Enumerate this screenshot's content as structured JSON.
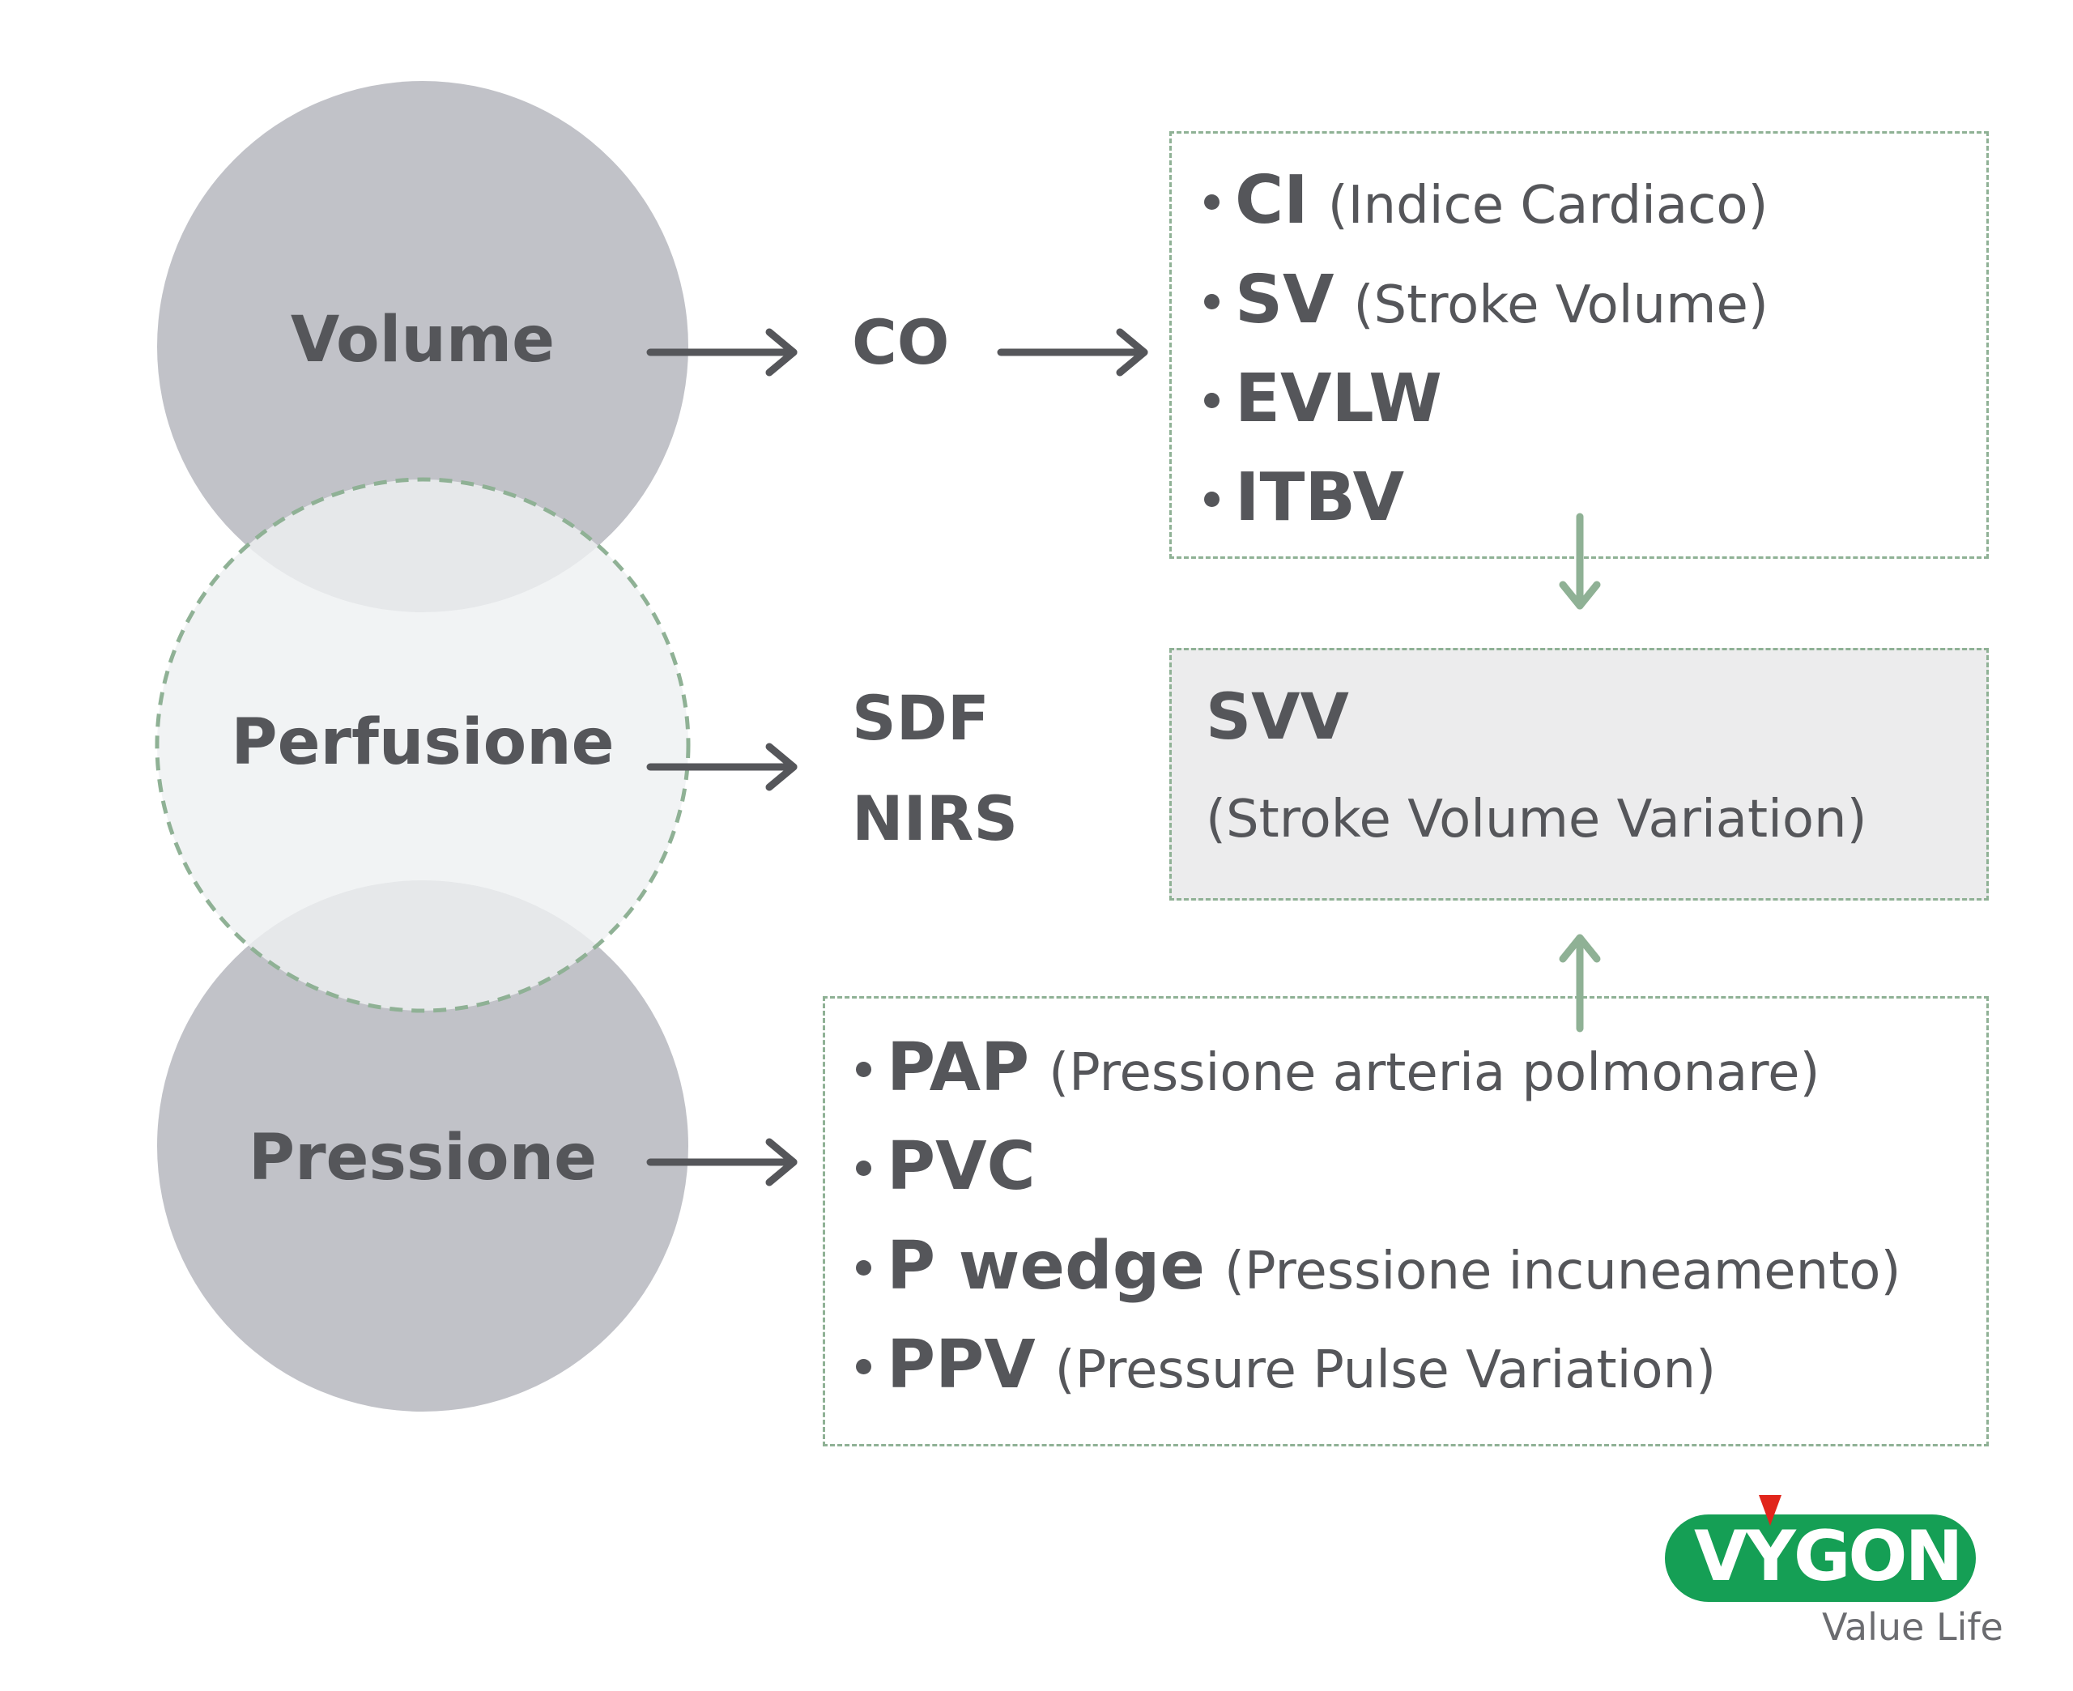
{
  "circles": {
    "volume": "Volume",
    "perfusione": "Perfusione",
    "pressione": "Pressione"
  },
  "middle": {
    "co": "CO",
    "sdf": "SDF",
    "nirs": "NIRS"
  },
  "volume_box": {
    "items": [
      {
        "term": "CI",
        "desc": "(Indice Cardiaco)"
      },
      {
        "term": "SV",
        "desc": "(Stroke Volume)"
      },
      {
        "term": "EVLW",
        "desc": ""
      },
      {
        "term": "ITBV",
        "desc": ""
      }
    ]
  },
  "svv_box": {
    "title": "SVV",
    "desc": "(Stroke Volume Variation)"
  },
  "pressure_box": {
    "items": [
      {
        "term": "PAP",
        "desc": "(Pressione arteria polmonare)"
      },
      {
        "term": "PVC",
        "desc": ""
      },
      {
        "term": "P wedge",
        "desc": "(Pressione incuneamento)"
      },
      {
        "term": "PPV",
        "desc": "(Pressure Pulse Variation)"
      }
    ]
  },
  "logo": {
    "brand": "VYGON",
    "tagline": "Value Life"
  },
  "colors": {
    "circle_fill": "#c1c2c8",
    "text": "#55565a",
    "dashed_green": "#8fb195",
    "logo_green": "#159f55",
    "logo_red": "#e1251b"
  }
}
